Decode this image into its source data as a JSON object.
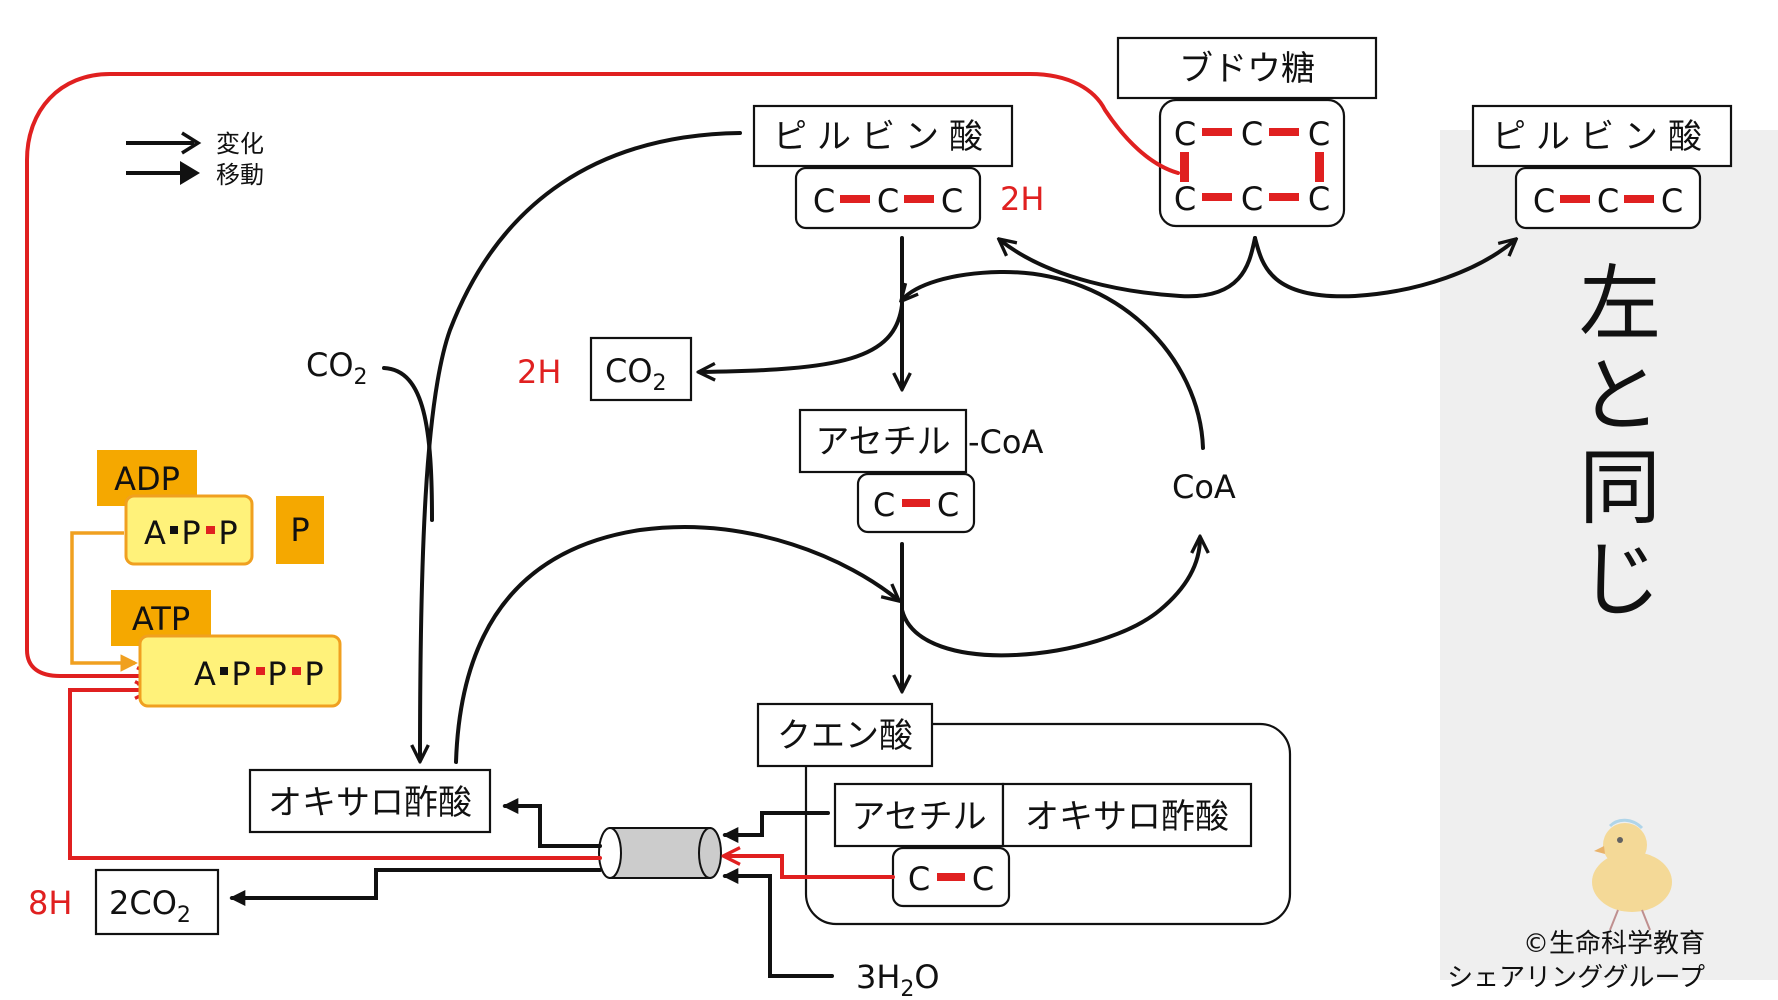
{
  "legend": {
    "change": "変化",
    "move": "移動"
  },
  "glucose": {
    "label": "ブドウ糖",
    "atom": "C"
  },
  "pyruvate": {
    "label": "ピルビン酸",
    "atom": "C"
  },
  "pyruvate_right": {
    "label": "ピルビン酸",
    "atom": "C"
  },
  "acetyl": {
    "label": "アセチル",
    "suffix": "-CoA",
    "atom": "C"
  },
  "citrate": {
    "label": "クエン酸",
    "acetyl": "アセチル",
    "oxalo": "オキサロ酢酸",
    "atom": "C"
  },
  "oxaloacetate": {
    "label": "オキサロ酢酸"
  },
  "labels": {
    "co2_in": "CO",
    "co2_box": "CO",
    "sub2": "2",
    "sub2_b": "2",
    "two_h_top": "2H",
    "two_h_mid": "2H",
    "coa": "CoA",
    "eight_h": "8H",
    "two_co2": "2CO",
    "sub2_c": "2",
    "water_pre": "3H",
    "water_sub": "2",
    "water_post": "O"
  },
  "adp": {
    "label": "ADP",
    "formula": [
      "A",
      "P",
      "P"
    ]
  },
  "atp": {
    "label": "ATP",
    "formula": [
      "A",
      "P",
      "P",
      "P"
    ]
  },
  "phosphate": "P",
  "side_note": "左と同じ",
  "copyright": {
    "line1": "©生命科学教育",
    "line2": "シェアリンググループ"
  },
  "colors": {
    "accent_red": "#e02020",
    "adp_orange": "#f5a800",
    "atp_yellow": "#fff27a",
    "panel_gray": "#efefef"
  }
}
